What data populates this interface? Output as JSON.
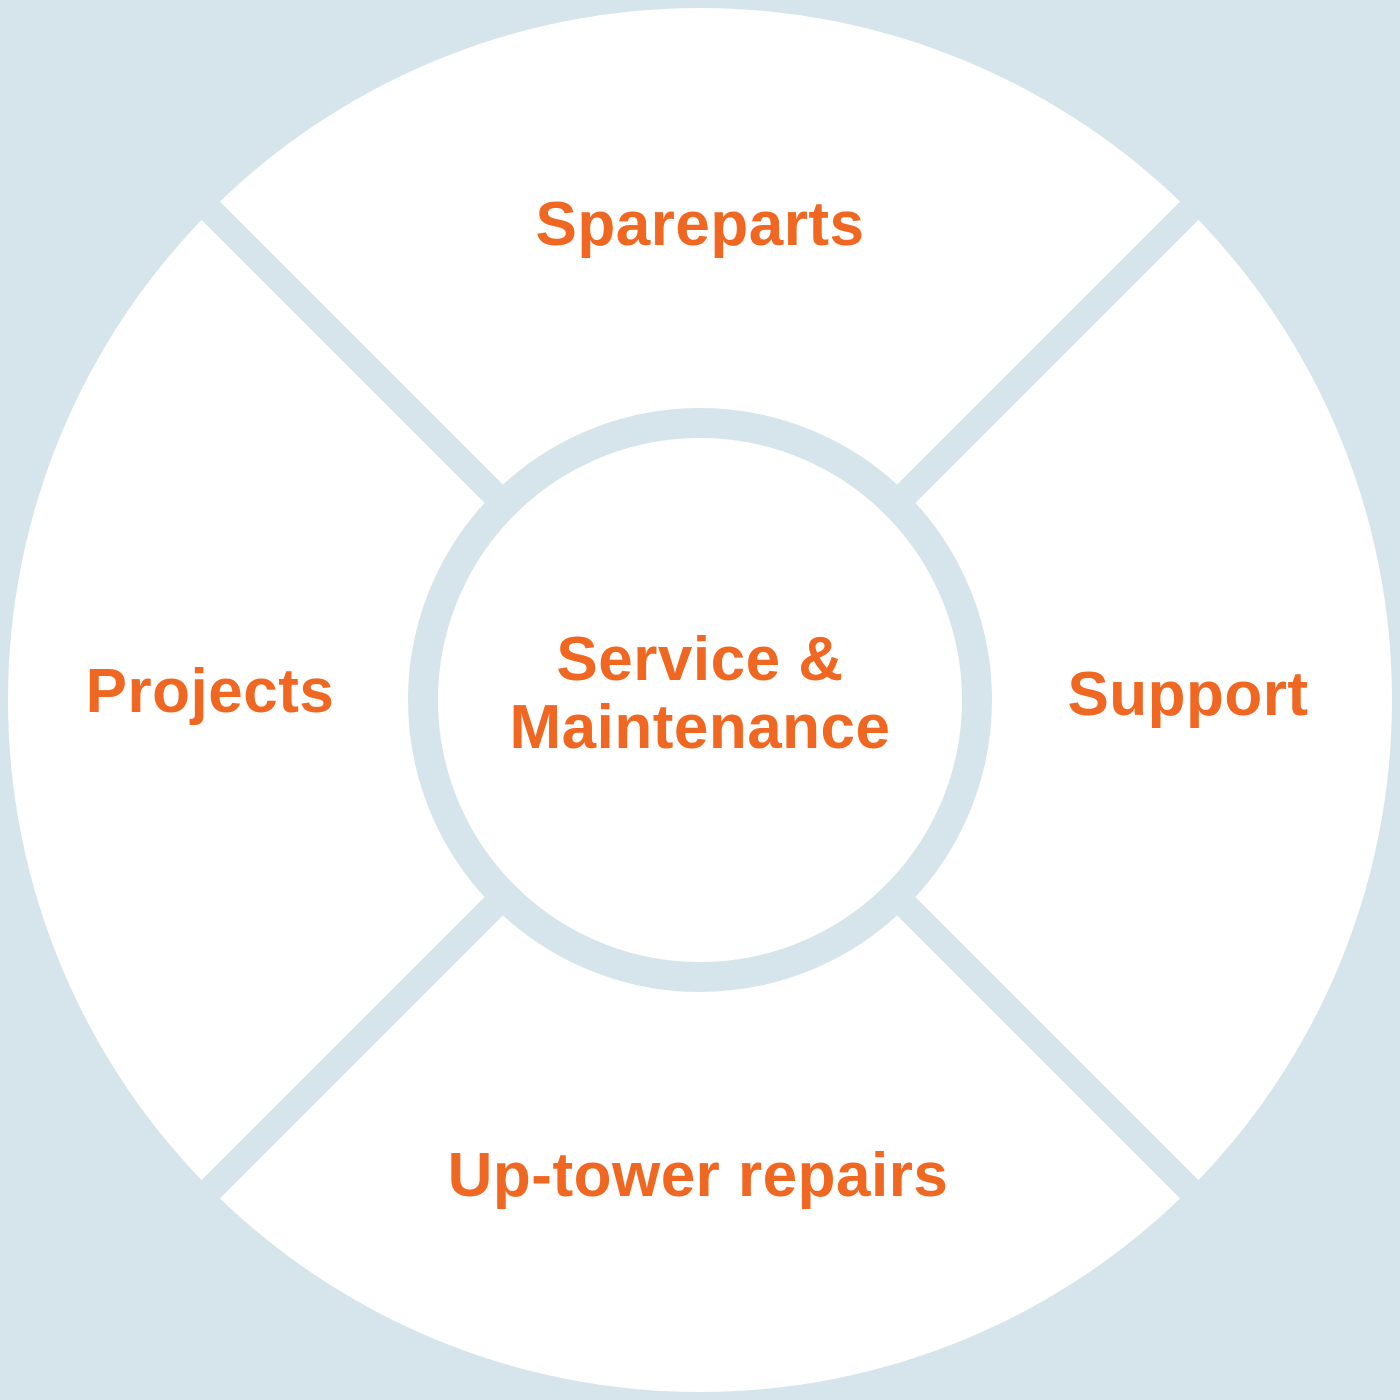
{
  "diagram": {
    "center": {
      "line1": "Service &",
      "line2": "Maintenance"
    },
    "segments": [
      {
        "id": "top",
        "label": "Spareparts"
      },
      {
        "id": "left",
        "label": "Projects"
      },
      {
        "id": "right",
        "label": "Support"
      },
      {
        "id": "bottom",
        "label": "Up-tower repairs"
      }
    ],
    "colors": {
      "background": "#d6e5eb",
      "segment_fill": "#ffffff",
      "divider": "#d6e5eb",
      "ring_stroke": "#d6e5eb",
      "label_text": "#f06722"
    }
  }
}
